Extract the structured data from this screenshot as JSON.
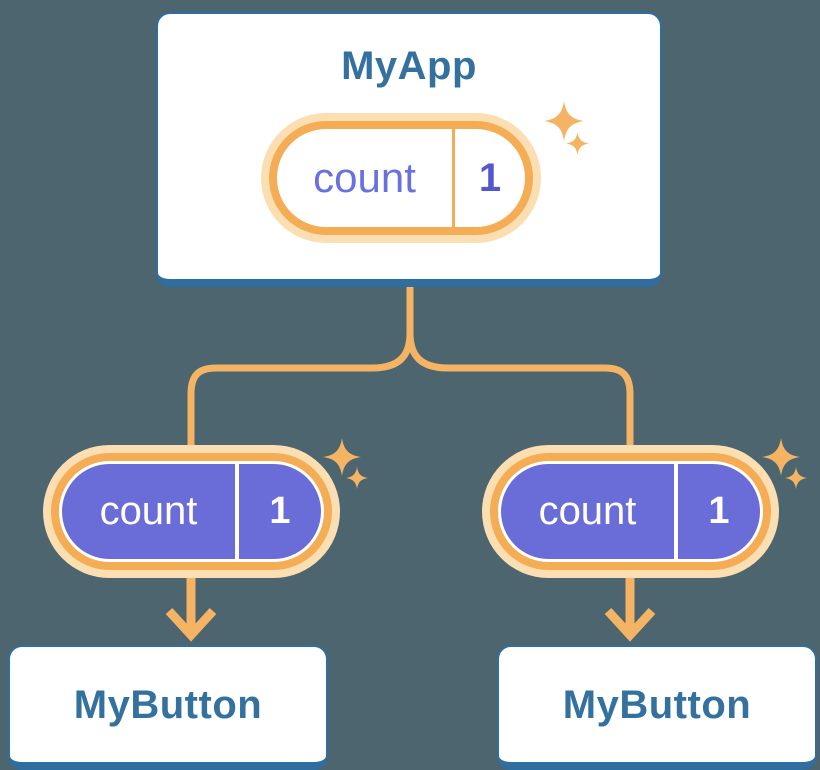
{
  "diagram": {
    "type": "component-tree",
    "background": "#4D656E",
    "colors": {
      "card_bg": "#FFFFFF",
      "card_border": "#2F6E9E",
      "title_text": "#35719F",
      "pill_ring": "#F5AD55",
      "pill_halo": "#FBDFB2",
      "connector": "#F4B464",
      "pill_fill_purple": "#6A6DD8",
      "state_name_text": "#6B71DC",
      "state_value_text": "#5257CE",
      "pill_text_white": "#FFFFFF"
    },
    "root": {
      "title": "MyApp",
      "state": {
        "name": "count",
        "value": "1"
      }
    },
    "children": [
      {
        "title": "MyButton",
        "prop": {
          "name": "count",
          "value": "1"
        }
      },
      {
        "title": "MyButton",
        "prop": {
          "name": "count",
          "value": "1"
        }
      }
    ],
    "icons": {
      "sparkle": "four-point-star",
      "arrow_down": "chevron-arrow"
    }
  }
}
